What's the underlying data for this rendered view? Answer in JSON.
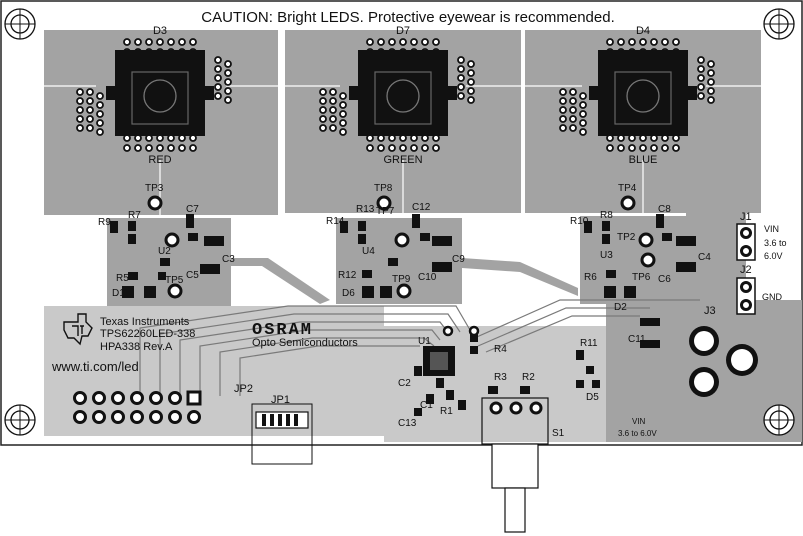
{
  "caution": "CAUTION: Bright LEDS.  Protective eyewear is recommended.",
  "led_modules": [
    {
      "ref": "D3",
      "label": "RED"
    },
    {
      "ref": "D7",
      "label": "GREEN"
    },
    {
      "ref": "D4",
      "label": "BLUE"
    }
  ],
  "branding": {
    "company": "Texas Instruments",
    "board": "TPS62260LED-338",
    "rev": "HPA338  Rev.A",
    "url": "www.ti.com/led",
    "osram": "OSRAM",
    "osram_sub": "Opto Semiconductors"
  },
  "connectors": {
    "j1": "J1",
    "j1_vin_line1": "VIN",
    "j1_vin_line2": "3.6 to",
    "j1_vin_line3": "6.0V",
    "j2": "J2",
    "gnd": "GND",
    "j3": "J3",
    "jp1": "JP1",
    "jp2": "JP2",
    "s1": "S1",
    "vin_bottom_1": "VIN",
    "vin_bottom_2": "3.6 to 6.0V"
  },
  "refdes": {
    "tp3": "TP3",
    "tp8": "TP8",
    "tp4": "TP4",
    "tp7": "TP7",
    "tp2": "TP2",
    "tp5": "TP5",
    "tp9": "TP9",
    "tp6": "TP6",
    "r9": "R9",
    "r7": "R7",
    "c7": "C7",
    "u2": "U2",
    "c3": "C3",
    "c5": "C5",
    "r5": "R5",
    "d1": "D1",
    "r14": "R14",
    "r13": "R13",
    "c12": "C12",
    "u4": "U4",
    "c9": "C9",
    "r12": "R12",
    "d6": "D6",
    "c10": "C10",
    "r10": "R10",
    "r8": "R8",
    "c8": "C8",
    "u3": "U3",
    "c4": "C4",
    "r6": "R6",
    "d2": "D2",
    "c6": "C6",
    "u1": "U1",
    "r4": "R4",
    "r3": "R3",
    "r2": "R2",
    "r1": "R1",
    "c1": "C1",
    "c2": "C2",
    "c13": "C13",
    "r11": "R11",
    "d5": "D5",
    "c11": "C11"
  },
  "colors": {
    "copper": "#a3a3a3",
    "copper_dark": "#8a8a8a",
    "ink": "#111111",
    "board": "#ffffff"
  }
}
